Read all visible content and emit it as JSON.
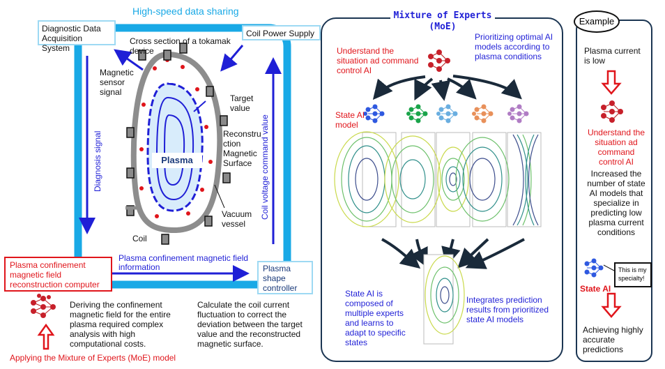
{
  "left": {
    "top_title": "High-speed data sharing",
    "diag_system": "Diagnostic Data Acquisition System",
    "coil_power": "Coil Power Supply",
    "cross_section": "Cross section of a tokamak device",
    "mag_sensor": "Magnetic sensor signal",
    "target_value": "Target value",
    "reconstruction": "Reconstru ction Magnetic Surface",
    "plasma": "Plasma",
    "vacuum_vessel": "Vacuum vessel",
    "coil": "Coil",
    "diagnosis_signal": "Diagnosis signal",
    "coil_voltage": "Coil voltage command value",
    "confinement_info": "Plasma confinement magnetic field information",
    "reconstruction_computer": "Plasma confinement magnetic field reconstruction computer",
    "shape_controller": "Plasma shape controller",
    "deriving_text": "Deriving the confinement magnetic field for the entire plasma required complex analysis with high computational costs.",
    "calc_text": "Calculate the coil current fluctuation to correct the deviation between the target value and the reconstructed magnetic surface.",
    "applying_moe": "Applying the Mixture of Experts (MoE) model"
  },
  "moe": {
    "title": "Mixture of Experts (MoE)",
    "understand": "Understand the situation ad command control AI",
    "prioritizing": "Prioritizing optimal AI models according to plasma conditions",
    "state_ai_model": "State AI model",
    "composed_text": "State AI is composed of multiple experts and learns to adapt to specific states",
    "integrates_text": "Integrates prediction results from prioritized state AI models"
  },
  "example": {
    "title": "Example",
    "plasma_low": "Plasma current is low",
    "understand": "Understand the situation ad command control AI",
    "increased": "Increased the number of state AI models that specialize in predicting low plasma current conditions",
    "state_ai": "State AI",
    "bubble": "This is my specialty!",
    "achieving": "Achieving highly accurate predictions"
  },
  "colors": {
    "accent_blue": "#1f1fd6",
    "red": "#e0151b",
    "cyan": "#19a9e6",
    "expert_colors": [
      "#2f59e0",
      "#1aa44a",
      "#6aaee0",
      "#e8905a",
      "#b07cc4"
    ]
  }
}
